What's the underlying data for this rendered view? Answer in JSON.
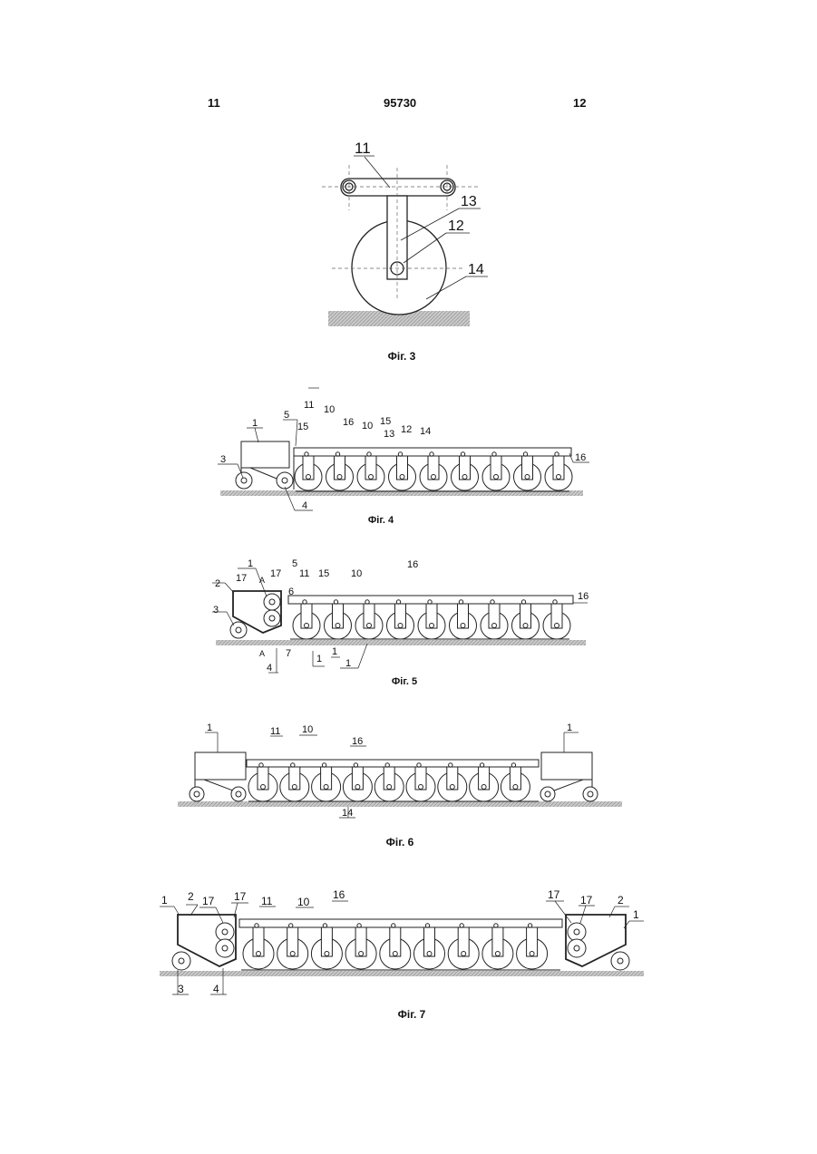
{
  "header": {
    "left": "11",
    "center": "95730",
    "right": "12"
  },
  "fig3": {
    "caption": "Фіг. 3",
    "labels": [
      "11",
      "13",
      "12",
      "14"
    ]
  },
  "fig4": {
    "caption": "Фіг. 4",
    "labels": [
      "1",
      "3",
      "4",
      "5",
      "15",
      "11",
      "10",
      "16",
      "10",
      "15",
      "13",
      "12",
      "14",
      "16"
    ]
  },
  "fig5": {
    "caption": "Фіг. 5",
    "labels": [
      "1",
      "2",
      "3",
      "17",
      "A",
      "17",
      "5",
      "6",
      "11",
      "15",
      "10",
      "16",
      "16",
      "A",
      "4",
      "7",
      "1",
      "1",
      "1"
    ]
  },
  "fig6": {
    "caption": "Фіг. 6",
    "labels": [
      "1",
      "11",
      "10",
      "16",
      "1",
      "14"
    ]
  },
  "fig7": {
    "caption": "Фіг. 7",
    "labels": [
      "1",
      "2",
      "17",
      "17",
      "11",
      "10",
      "16",
      "17",
      "17",
      "2",
      "1",
      "3",
      "4"
    ]
  }
}
